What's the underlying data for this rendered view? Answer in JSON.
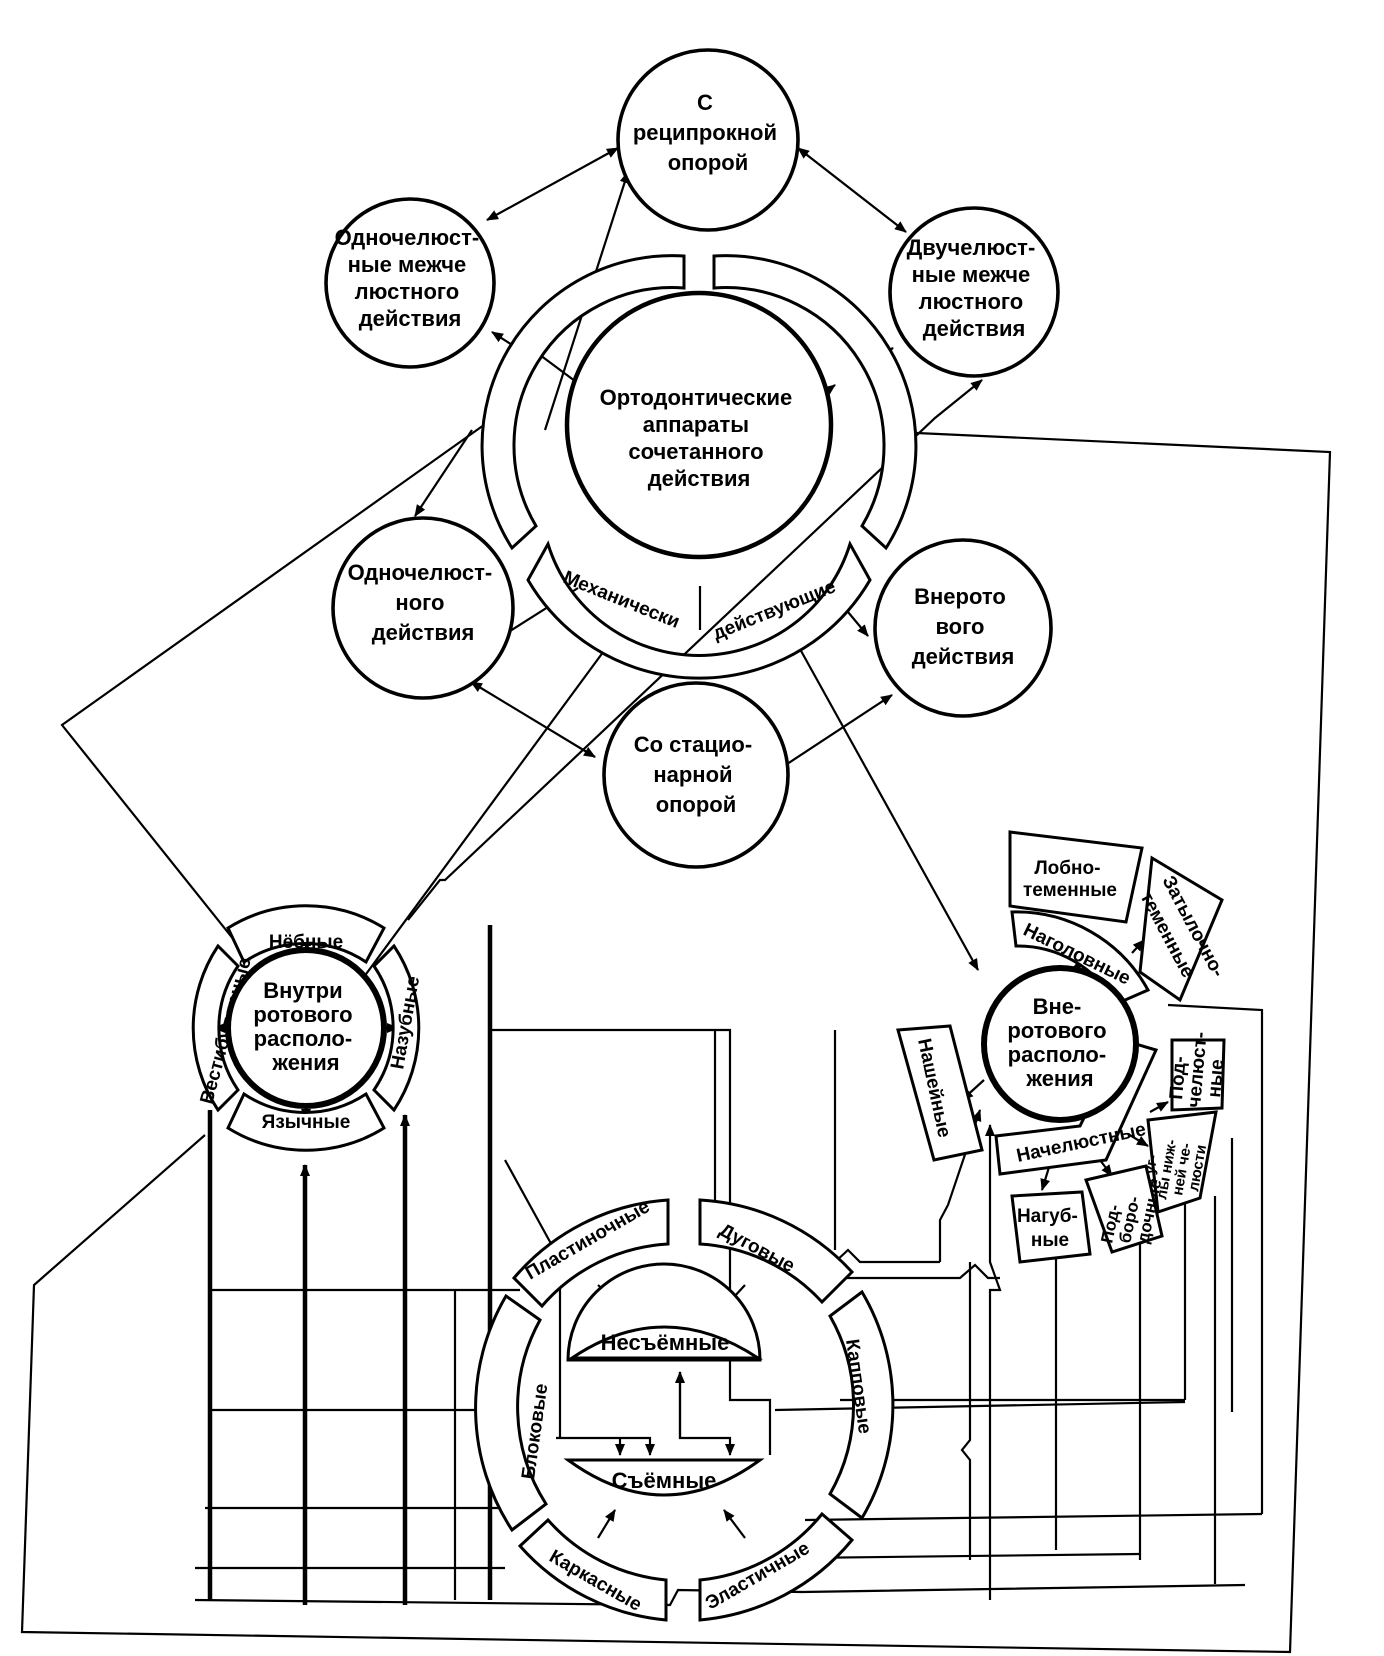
{
  "nodes": {
    "reciprocal": [
      "С",
      "реципрокной",
      "опорой"
    ],
    "one_jaw_inter": [
      "Одночелюст-",
      "ные межче",
      "люстного",
      "действия"
    ],
    "two_jaw_inter": [
      "Двучелюст-",
      "ные межче",
      "люстного",
      "действия"
    ],
    "center": [
      "Ортодонтические",
      "аппараты",
      "сочетанного",
      "действия"
    ],
    "one_jaw": [
      "Одночелюст-",
      "ного",
      "действия"
    ],
    "extraoral_action": [
      "Внерото",
      "вого",
      "действия"
    ],
    "stationary": [
      "Со стацио-",
      "нарной",
      "опорой"
    ],
    "intraoral": [
      "Внутри",
      "ротового",
      "располо-",
      "жения"
    ],
    "extraoral": [
      "Вне-",
      "ротового",
      "располо-",
      "жения"
    ]
  },
  "labels": {
    "mech_left": "Механически",
    "mech_right": "действующие",
    "palatal": "Нёбные",
    "vestibular": "Вестибулярные",
    "lingual": "Язычные",
    "dental": "Назубные",
    "forehead": [
      "Лобно-",
      "теменные"
    ],
    "occipital": [
      "Затылочно-",
      "теменные"
    ],
    "head": "Наголовные",
    "neck": "Нашейные",
    "jaw": "Начелюстные",
    "submandibular": [
      "Под-",
      "челюст-",
      "ные"
    ],
    "mandible_angle": [
      "На уг-",
      "лы ниж-",
      "ней че-",
      "люсти"
    ],
    "chin": [
      "Под-",
      "боро-",
      "дочные"
    ],
    "lip": [
      "Нагуб-",
      "ные"
    ],
    "fixed": "Несъёмные",
    "removable": "Съёмные",
    "plate": "Пластиночные",
    "arch": "Дуговые",
    "block": "Блоковые",
    "cap": "Капповые",
    "frame": "Каркасные",
    "elastic": "Эластичные"
  }
}
